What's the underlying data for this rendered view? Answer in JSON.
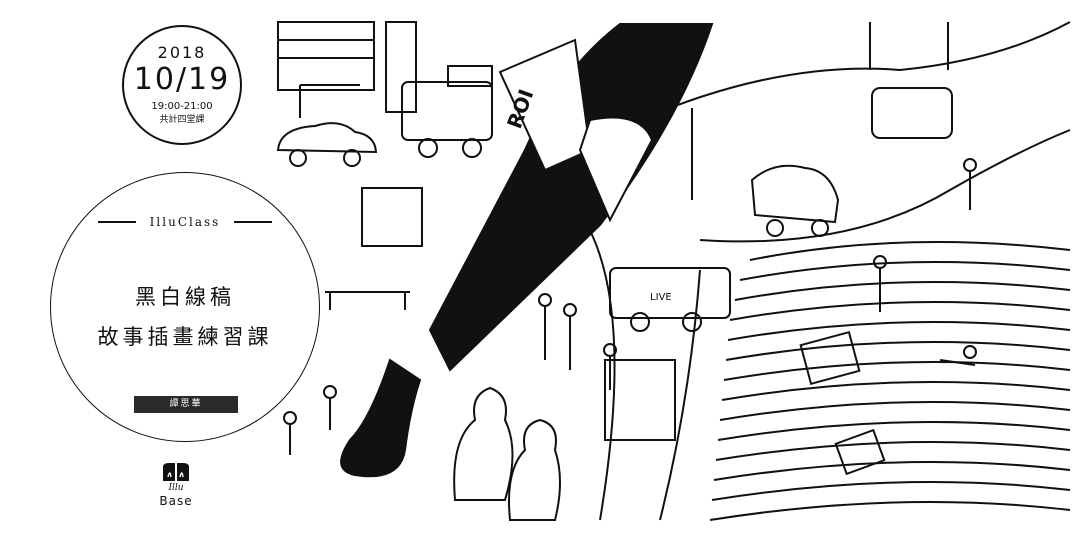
{
  "event": {
    "year": "2018",
    "date": "10/19",
    "time": "19:00-21:00",
    "sessions": "共計四堂課"
  },
  "course": {
    "brand": "IlluClass",
    "title_line1": "黑白線稿",
    "title_line2": "故事插畫練習課",
    "teacher": "譚思華"
  },
  "logo": {
    "script": "Illu",
    "word": "Base"
  },
  "illustration": {
    "bottle_label": "ROI",
    "truck_label": "LIVE"
  }
}
